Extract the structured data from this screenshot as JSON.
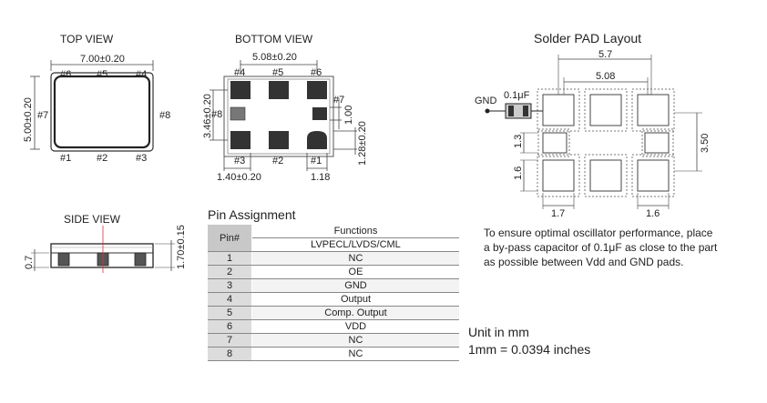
{
  "top_view": {
    "title": "TOP VIEW",
    "width_dim": "7.00±0.20",
    "height_dim": "5.00±0.20",
    "pin_labels": {
      "p6": "#6",
      "p5": "#5",
      "p4": "#4",
      "p7": "#7",
      "p8": "#8",
      "p1": "#1",
      "p2": "#2",
      "p3": "#3"
    }
  },
  "bottom_view": {
    "title": "BOTTOM  VIEW",
    "pitch_dim": "5.08±0.20",
    "height_dim": "3.46±0.20",
    "pad_dim": "1.00",
    "pad2_dim": "1.28±0.20",
    "pad_width_dim": "1.40±0.20",
    "pad_gap_dim": "1.18",
    "pin_labels": {
      "p4": "#4",
      "p5": "#5",
      "p6": "#6",
      "p7": "#7",
      "p8": "#8",
      "p3": "#3",
      "p2": "#2",
      "p1": "#1"
    }
  },
  "solder_pad": {
    "title": "Solder PAD Layout",
    "dim_outer": "5.7",
    "dim_inner": "5.08",
    "dim_right": "3.50",
    "dim_13": "1.3",
    "dim_16": "1.6",
    "dim_bottom_left": "1.7",
    "dim_bottom_right": "1.6",
    "gnd_label": "GND",
    "cap_label": "0.1μF"
  },
  "side_view": {
    "title": "SIDE VIEW",
    "height_dim": "1.70±0.15",
    "base_dim": "0.7"
  },
  "pin_assignment": {
    "title": "Pin Assignment",
    "header_pin": "Pin#",
    "header_functions": "Functions",
    "header_sub": "LVPECL/LVDS/CML",
    "rows": [
      {
        "pin": "1",
        "func": "NC"
      },
      {
        "pin": "2",
        "func": "OE"
      },
      {
        "pin": "3",
        "func": "GND"
      },
      {
        "pin": "4",
        "func": "Output"
      },
      {
        "pin": "5",
        "func": "Comp. Output"
      },
      {
        "pin": "6",
        "func": "VDD"
      },
      {
        "pin": "7",
        "func": "NC"
      },
      {
        "pin": "8",
        "func": "NC"
      }
    ]
  },
  "note": {
    "line1": "To ensure optimal oscillator performance, place",
    "line2": "a by-pass capacitor of 0.1μF as close to the part",
    "line3": "as possible between Vdd and GND pads."
  },
  "units": {
    "line1": "Unit in mm",
    "line2": "1mm = 0.0394 inches"
  }
}
